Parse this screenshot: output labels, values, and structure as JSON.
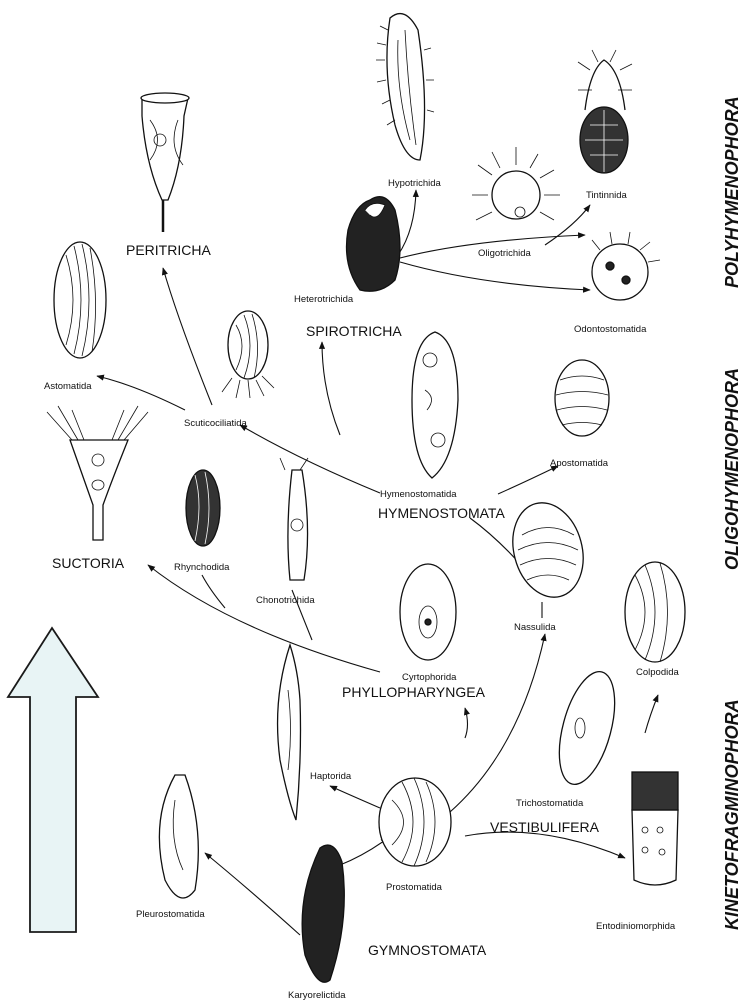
{
  "side_labels": {
    "polyhymenophora": "POLYHYMENOPHORA",
    "oligohymenophora": "OLIGOHYMENOPHORA",
    "kinetofragminophora": "KINETOFRAGMINOPHORA"
  },
  "groups": {
    "peritricha": "PERITRICHA",
    "spirotricha": "SPIROTRICHA",
    "hymenostomata": "HYMENOSTOMATA",
    "suctoria": "SUCTORIA",
    "phyllopharyngea": "PHYLLOPHARYNGEA",
    "vestibulifera": "VESTIBULIFERA",
    "gymnostomata": "GYMNOSTOMATA"
  },
  "orders": {
    "hypotrichida": "Hypotrichida",
    "tintinnida": "Tintinnida",
    "oligotrichida": "Oligotrichida",
    "heterotrichida": "Heterotrichida",
    "odontostomatida": "Odontostomatida",
    "astomatida": "Astomatida",
    "scuticociliatida": "Scuticociliatida",
    "hymenostomatida": "Hymenostomatida",
    "apostomatida": "Apostomatida",
    "rhynchodida": "Rhynchodida",
    "chonotrichida": "Chonotrichida",
    "nassulida": "Nassulida",
    "cyrtophorida": "Cyrtophorida",
    "colpodida": "Colpodida",
    "haptorida": "Haptorida",
    "trichostomatida": "Trichostomatida",
    "pleurostomatida": "Pleurostomatida",
    "prostomatida": "Prostomatida",
    "entodiniomorphida": "Entodiniomorphida",
    "karyorelictida": "Karyorelictida"
  },
  "colors": {
    "arrow_fill": "#e8f4f5",
    "arrow_stroke": "#1a1a1a",
    "ink": "#111111"
  },
  "icons": [
    "ciliate-cell-icon",
    "big-up-arrow-icon"
  ]
}
